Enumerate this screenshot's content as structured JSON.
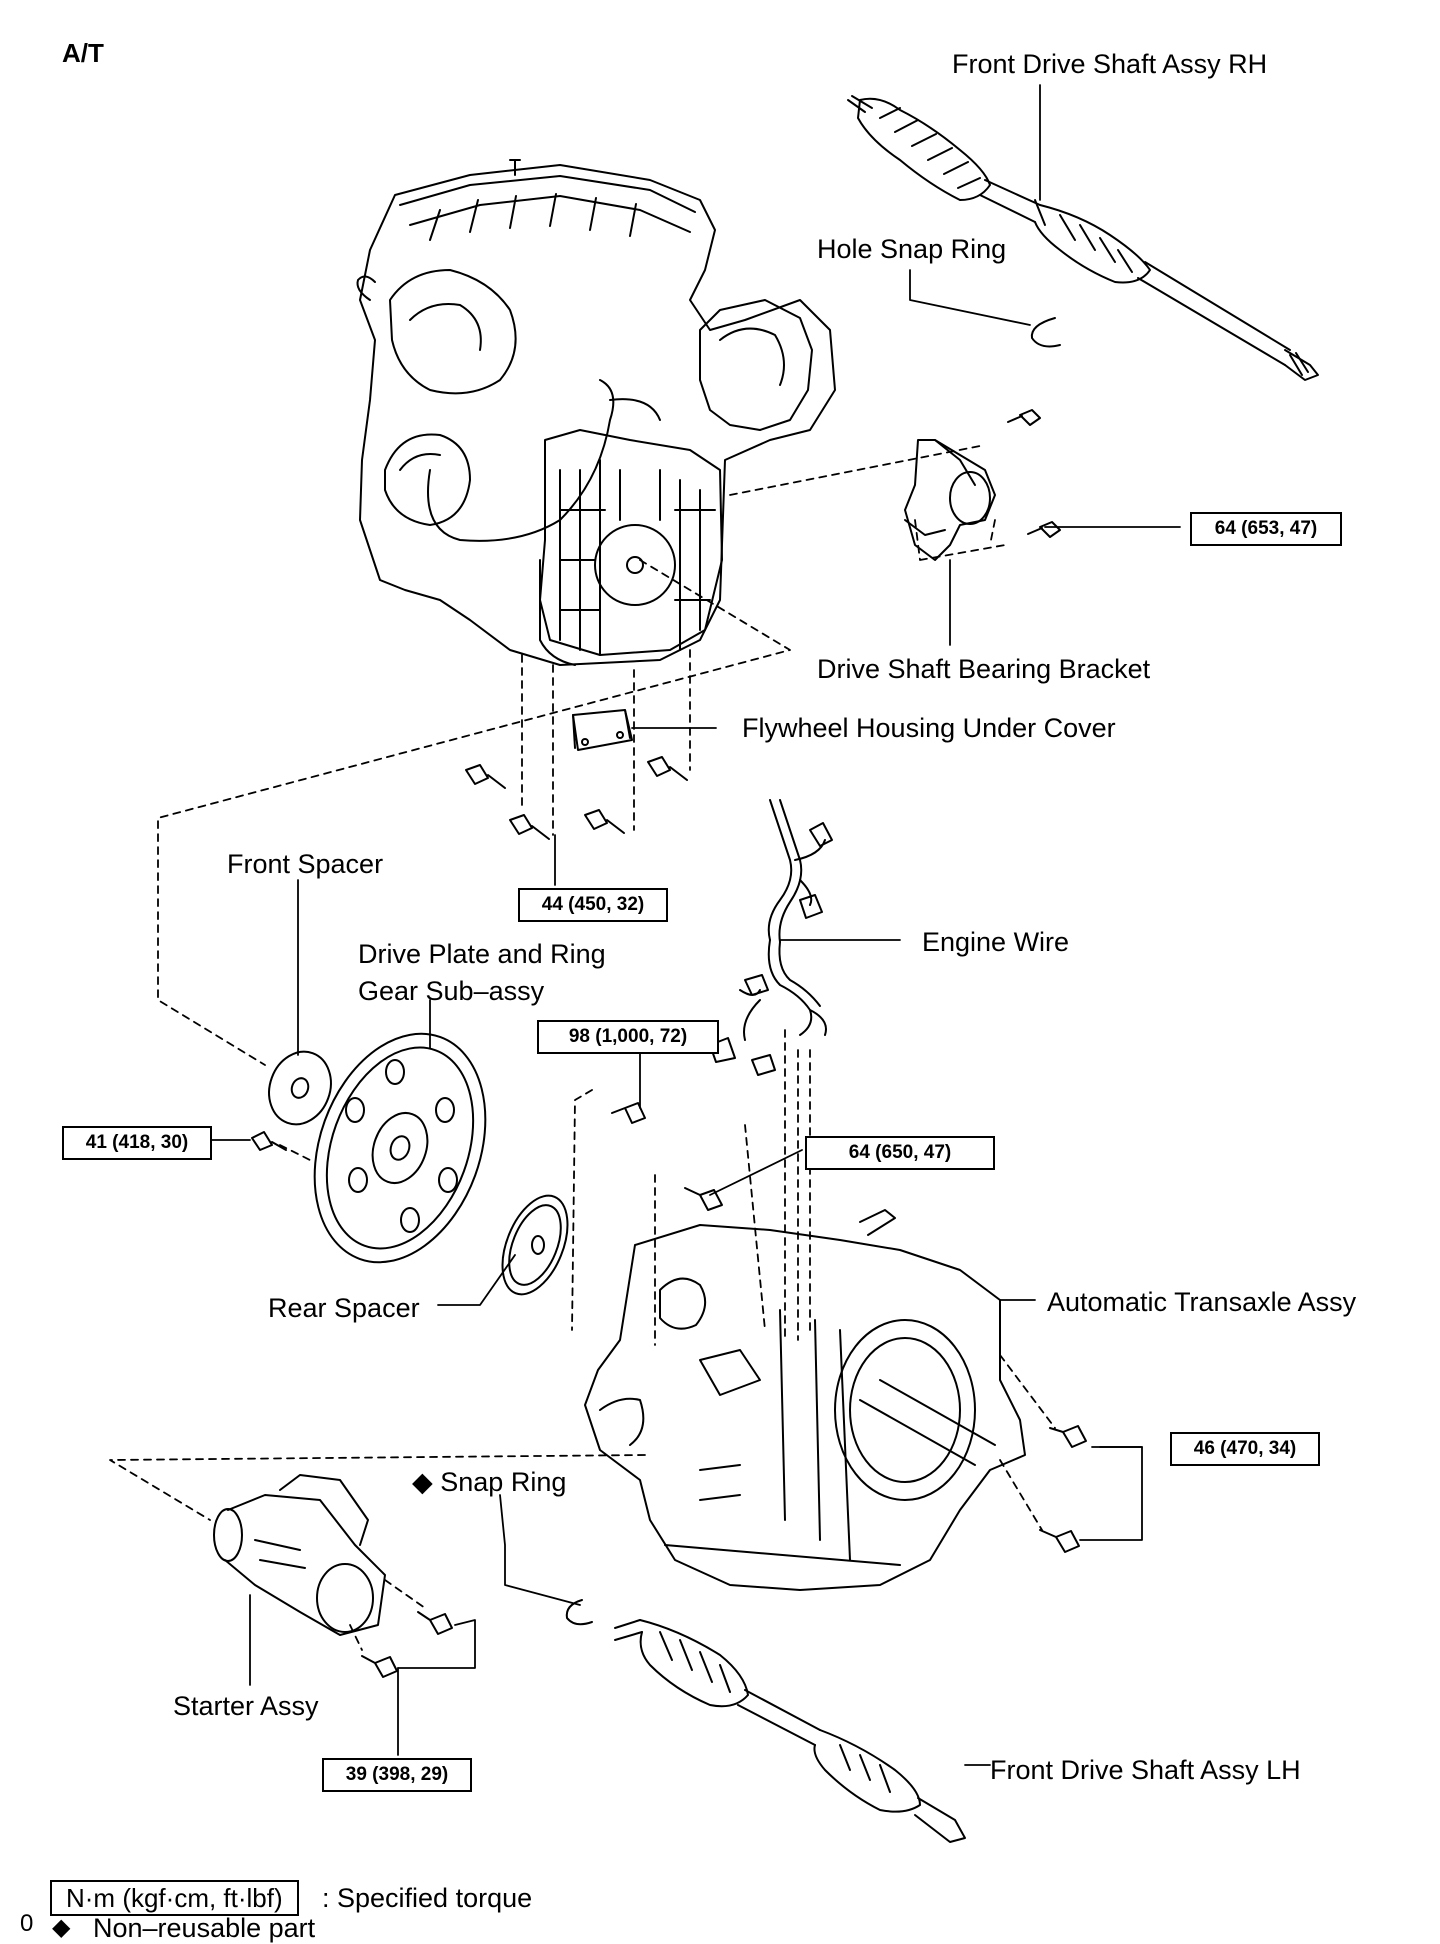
{
  "title": "A/T",
  "labels": {
    "front_drive_shaft_rh": "Front Drive Shaft Assy RH",
    "hole_snap_ring": "Hole Snap Ring",
    "drive_shaft_bearing_bracket": "Drive Shaft Bearing Bracket",
    "flywheel_housing_under_cover": "Flywheel Housing Under Cover",
    "front_spacer": "Front Spacer",
    "drive_plate_line1": "Drive Plate and Ring",
    "drive_plate_line2": "Gear Sub–assy",
    "engine_wire": "Engine Wire",
    "rear_spacer": "Rear Spacer",
    "automatic_transaxle": "Automatic Transaxle Assy",
    "snap_ring": "◆ Snap Ring",
    "starter_assy": "Starter Assy",
    "front_drive_shaft_lh": "Front Drive Shaft Assy LH"
  },
  "torques": {
    "bracket_bolt": "64 (653, 47)",
    "under_cover_bolt": "44 (450, 32)",
    "wire_bolt": "98 (1,000, 72)",
    "drive_plate_bolt": "41 (418, 30)",
    "transaxle_upper_bolt": "64 (650, 47)",
    "transaxle_lower_bolt": "46 (470, 34)",
    "starter_bolt": "39 (398, 29)"
  },
  "legend": {
    "torque_unit": "N·m (kgf·cm, ft·lbf)",
    "torque_desc": ": Specified torque",
    "diamond": "◆",
    "non_reusable": "Non–reusable part",
    "margin_mark": "0"
  }
}
